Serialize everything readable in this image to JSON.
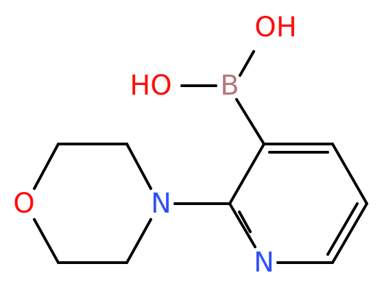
{
  "molecule": {
    "colors": {
      "bond": "#000000",
      "oxygen": "#ff0d0d",
      "nitrogen": "#3050f8",
      "boron": "#b5787c"
    },
    "atoms": {
      "oh_top": "OH",
      "ho_left": "HO",
      "boron": "B",
      "ring_oxygen": "O",
      "morpholine_nitrogen": "N",
      "pyridine_nitrogen": "N"
    }
  }
}
